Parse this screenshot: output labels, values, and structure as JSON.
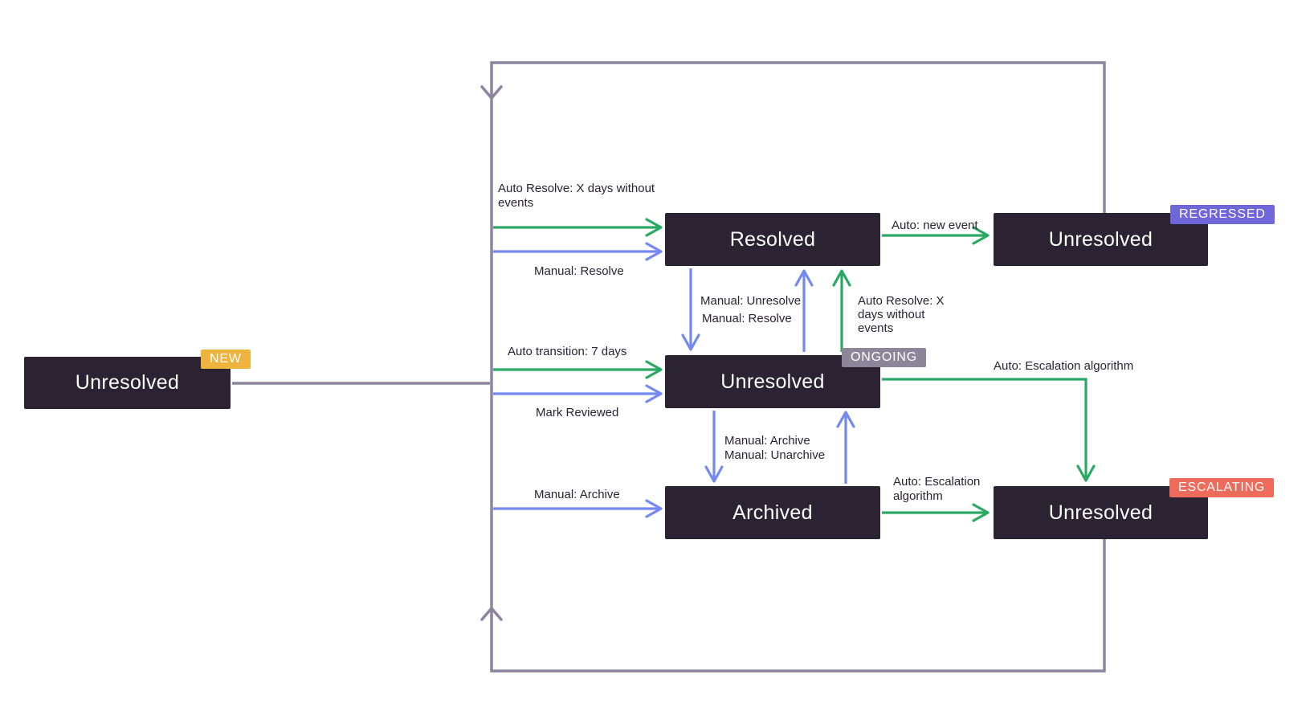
{
  "diagram": {
    "states": {
      "new": {
        "label": "Unresolved",
        "badge": "NEW"
      },
      "resolved": {
        "label": "Resolved"
      },
      "ongoing": {
        "label": "Unresolved",
        "badge": "ONGOING"
      },
      "archived": {
        "label": "Archived"
      },
      "regressed": {
        "label": "Unresolved",
        "badge": "REGRESSED"
      },
      "escalating": {
        "label": "Unresolved",
        "badge": "ESCALATING"
      }
    },
    "edges": {
      "auto_resolve_new": {
        "type": "auto",
        "from": "new",
        "to": "resolved",
        "lines": [
          "Auto Resolve: X days without",
          "events"
        ]
      },
      "manual_resolve_new": {
        "type": "manual",
        "from": "new",
        "to": "resolved",
        "lines": [
          "Manual: Resolve"
        ]
      },
      "auto_transition": {
        "type": "auto",
        "from": "new",
        "to": "ongoing",
        "lines": [
          "Auto transition: 7 days"
        ]
      },
      "mark_reviewed": {
        "type": "manual",
        "from": "new",
        "to": "ongoing",
        "lines": [
          "Mark Reviewed"
        ]
      },
      "manual_archive_new": {
        "type": "manual",
        "from": "new",
        "to": "archived",
        "lines": [
          "Manual: Archive"
        ]
      },
      "manual_unresolve": {
        "type": "manual",
        "from": "resolved",
        "to": "ongoing",
        "lines": [
          "Manual: Unresolve"
        ]
      },
      "manual_resolve_up": {
        "type": "manual",
        "from": "ongoing",
        "to": "resolved",
        "lines": [
          "Manual: Resolve"
        ]
      },
      "auto_resolve_ongoing": {
        "type": "auto",
        "from": "ongoing",
        "to": "resolved",
        "lines": [
          "Auto Resolve: X",
          "days without",
          "events"
        ]
      },
      "manual_archive_pair": {
        "type": "manual",
        "from": "ongoing",
        "to": "archived",
        "lines": [
          "Manual: Archive",
          "Manual: Unarchive"
        ]
      },
      "auto_new_event": {
        "type": "auto",
        "from": "resolved",
        "to": "regressed",
        "lines": [
          "Auto: new event"
        ]
      },
      "auto_escalation_ongoing": {
        "type": "auto",
        "from": "ongoing",
        "to": "escalating",
        "lines": [
          "Auto: Escalation algorithm"
        ]
      },
      "auto_escalation_archived": {
        "type": "auto",
        "from": "archived",
        "to": "escalating",
        "lines": [
          "Auto: Escalation",
          "algorithm"
        ]
      }
    },
    "colors": {
      "auto_arrow": "#2aa964",
      "manual_arrow": "#7488f1",
      "loop_line": "#8d84a0",
      "state_fill": "#2b2232",
      "state_text": "#ffffff",
      "label_text": "#2b2233",
      "badge_new": "#eeb43e",
      "badge_ongoing": "#8d8599",
      "badge_regressed": "#6f66d9",
      "badge_escalating": "#ee6a5a"
    }
  }
}
